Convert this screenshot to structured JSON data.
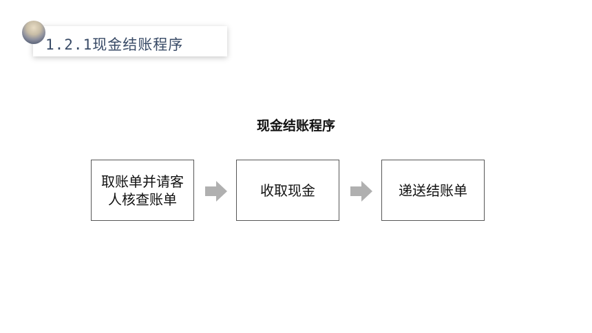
{
  "header": {
    "title": "1.2.1现金结账程序"
  },
  "diagram": {
    "title": "现金结账程序",
    "steps": [
      {
        "label": "取账单并请客人核查账单"
      },
      {
        "label": "收取现金"
      },
      {
        "label": "递送结账单"
      }
    ],
    "colors": {
      "arrow": "#b0b0b0",
      "box_border": "#555555",
      "header_text": "#384a66"
    }
  }
}
